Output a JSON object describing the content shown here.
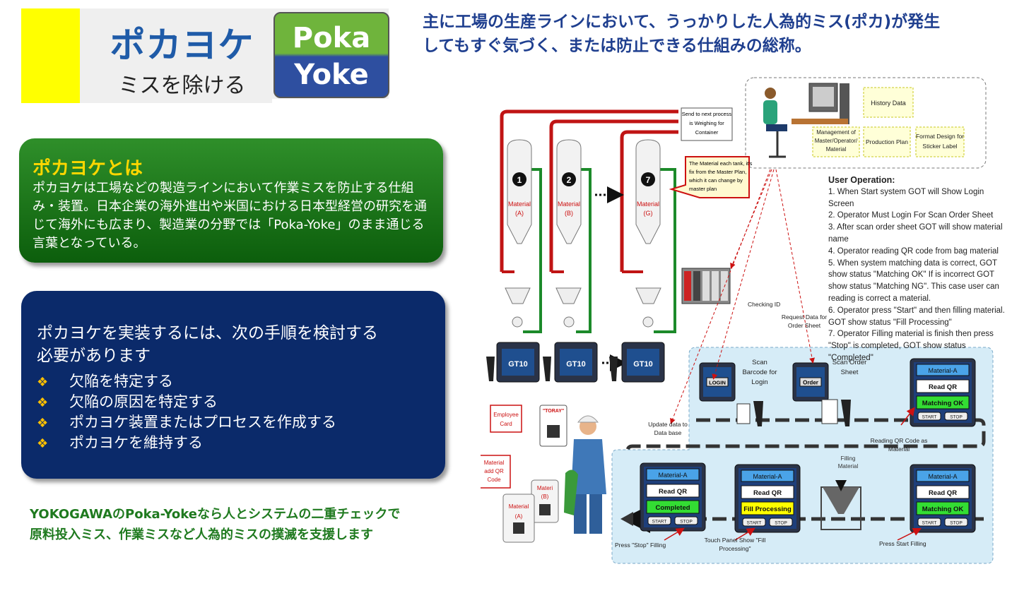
{
  "header": {
    "title": "ポカヨケ",
    "subtitle": "ミスを除ける",
    "logo_line1": "Poka",
    "logo_line2": "Yoke",
    "headline_line1": "主に工場の生産ラインにおいて、うっかりした人為的ミス(ポカ)が発生",
    "headline_line2": "してもすぐ気づく、または防止できる仕組みの総称。"
  },
  "definition": {
    "title": "ポカヨケとは",
    "body": "ポカヨケは工場などの製造ラインにおいて作業ミスを防止する仕組み・装置。日本企業の海外進出や米国における日本型経営の研究を通じて海外にも広まり、製造業の分野では「Poka-Yoke」のまま通じる言葉となっている。"
  },
  "steps": {
    "lead_line1": "ポカヨケを実装するには、次の手順を検討する",
    "lead_line2": "必要があります",
    "items": [
      "欠陥を特定する",
      "欠陥の原因を特定する",
      "ポカヨケ装置またはプロセスを作成する",
      "ポカヨケを維持する"
    ]
  },
  "footnote": {
    "line1": "YOKOGAWAのPoka-Yokeなら人とシステムの二重チェックで",
    "line2": "原料投入ミス、作業ミスなど人為的ミスの撲滅を支援します"
  },
  "diagram": {
    "send_next": [
      "Send to next process",
      "is Weighing for",
      "Container"
    ],
    "tank_numbers": [
      "1",
      "2",
      "7"
    ],
    "tank_materials": [
      [
        "Material",
        "(A)"
      ],
      [
        "Material",
        "(B)"
      ],
      [
        "Material",
        "(G)"
      ]
    ],
    "callout": [
      "The Material each tank, it's",
      "fix from the Master Plan,",
      "which it can change by",
      "master plan"
    ],
    "got_label": "GT10",
    "history": "History Data",
    "mgmt": [
      "Management of",
      "Master/Operator/",
      "Material"
    ],
    "production_plan": "Production Plan",
    "format_design": [
      "Format Design for",
      "Sticker Label"
    ],
    "checking_id": "Checking ID",
    "request_data": [
      "Request Data for",
      "Order Sheet"
    ],
    "employee_card": [
      "Employee",
      "Card"
    ],
    "toray": "\"TORAY\"",
    "material_qr": [
      "Material",
      "add QR",
      "Code"
    ],
    "bag_materials": [
      [
        "Material",
        "(A)"
      ],
      [
        "Materi",
        "(B)"
      ]
    ],
    "update_db": [
      "Update data to",
      "Data base"
    ],
    "login_btn": "LOGIN",
    "scan_barcode": [
      "Scan",
      "Barcode for",
      "Login"
    ],
    "order_btn": "Order",
    "scan_order": [
      "Scan Order",
      "Sheet"
    ],
    "reading_qr": [
      "Reading QR Code as",
      "Material"
    ],
    "filling_material": [
      "Filling",
      "Material"
    ],
    "press_stop": "Press \"Stop\" Filling",
    "touch_panel": [
      "Touch Panel Show \"Fill",
      "Processing\""
    ],
    "press_start": "Press Start Filling",
    "screens": [
      {
        "material": "Material-A",
        "qr": "Read QR",
        "status": "Matching OK",
        "status_color": "#33dd33",
        "start": "START",
        "stop": "STOP"
      },
      {
        "material": "Material-A",
        "qr": "Read QR",
        "status": "Matching OK",
        "status_color": "#33dd33",
        "start": "START",
        "stop": "STOP"
      },
      {
        "material": "Material-A",
        "qr": "Read QR",
        "status": "Fill Processing",
        "status_color": "#ffff00",
        "start": "START",
        "stop": "STOP"
      },
      {
        "material": "Material-A",
        "qr": "Read QR",
        "status": "Completed",
        "status_color": "#33dd33",
        "start": "START",
        "stop": "STOP"
      }
    ],
    "user_operation": {
      "title": "User Operation:",
      "lines": [
        "1. When Start system GOT will Show Login Screen",
        "2. Operator Must Login For Scan Order Sheet",
        "3. After scan order sheet GOT will show material name",
        "4. Operator reading QR code from bag material",
        "5. When system matching data is correct, GOT show status \"Matching OK\" If is incorrect GOT show status \"Matching NG\". This case user can reading is correct a material.",
        "6. Operator press \"Start\" and then filling material. GOT show status \"Fill Processing\"",
        "7. Operator Filling material is finish then press \"Stop\" is completed, GOT show status \"Completed\""
      ]
    }
  }
}
